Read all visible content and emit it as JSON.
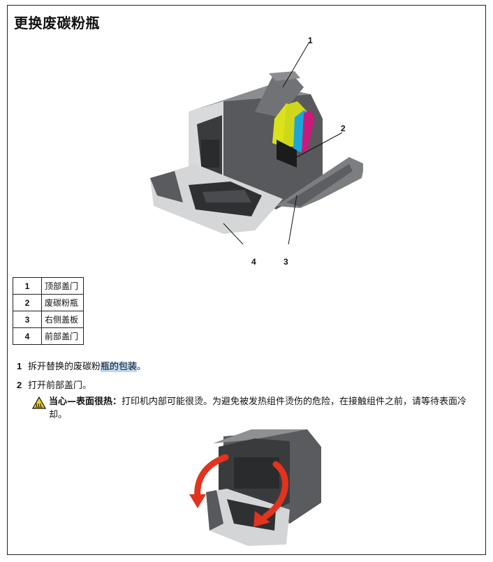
{
  "title": "更换废碳粉瓶",
  "callouts": [
    "1",
    "2",
    "3",
    "4"
  ],
  "legend": [
    {
      "num": "1",
      "label": "顶部盖门"
    },
    {
      "num": "2",
      "label": "废碳粉瓶"
    },
    {
      "num": "3",
      "label": "右侧盖板"
    },
    {
      "num": "4",
      "label": "前部盖门"
    }
  ],
  "steps": [
    {
      "num": "1",
      "text_before": "拆开替换的废碳粉",
      "text_highlight": "瓶的包装",
      "text_after": "。"
    },
    {
      "num": "2",
      "text": "打开前部盖门。"
    }
  ],
  "warning": {
    "label": "当心—表面很热：",
    "text": "打印机内部可能很烫。为避免被发热组件烫伤的危险，在接触组件之前，请等待表面冷却。"
  },
  "colors": {
    "yellow": "#d9e21a",
    "cyan": "#1aa7d8",
    "magenta": "#c8197d",
    "arrow": "#e1331e",
    "body": "#6b6d70"
  },
  "icons": [
    "hot-surface-warning-icon",
    "curved-arrow-icon"
  ]
}
